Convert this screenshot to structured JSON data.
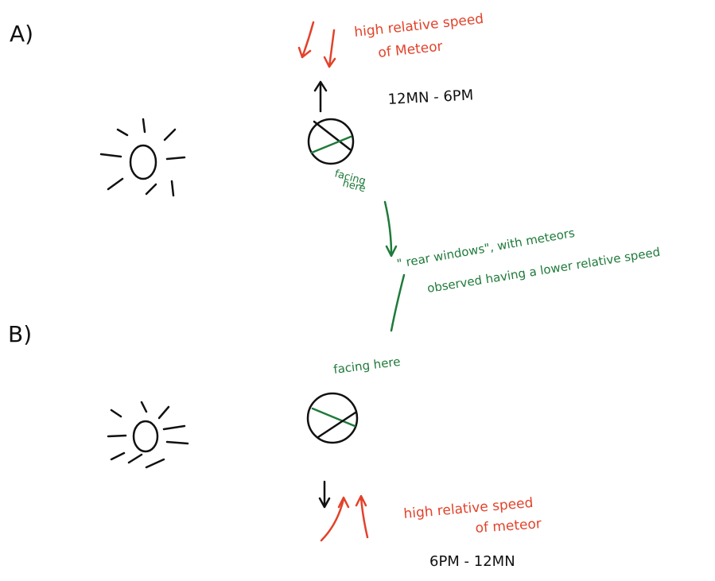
{
  "labels": {
    "a": "A)",
    "b": "B)"
  },
  "panel_a": {
    "red_note_line1": "high relative speed",
    "red_note_line2": "of Meteor",
    "time": "12MN - 6PM",
    "facing_line1": "facing",
    "facing_line2": "here"
  },
  "middle_note": {
    "line1": "\" rear windows\", with meteors",
    "line2": "observed having a lower relative speed"
  },
  "panel_b": {
    "facing": "facing here",
    "red_note_line1": "high relative speed",
    "red_note_line2": "of meteor",
    "time": "6PM - 12MN"
  },
  "colors": {
    "ink": "#111111",
    "red": "#e2422a",
    "green": "#1f7a3a"
  }
}
